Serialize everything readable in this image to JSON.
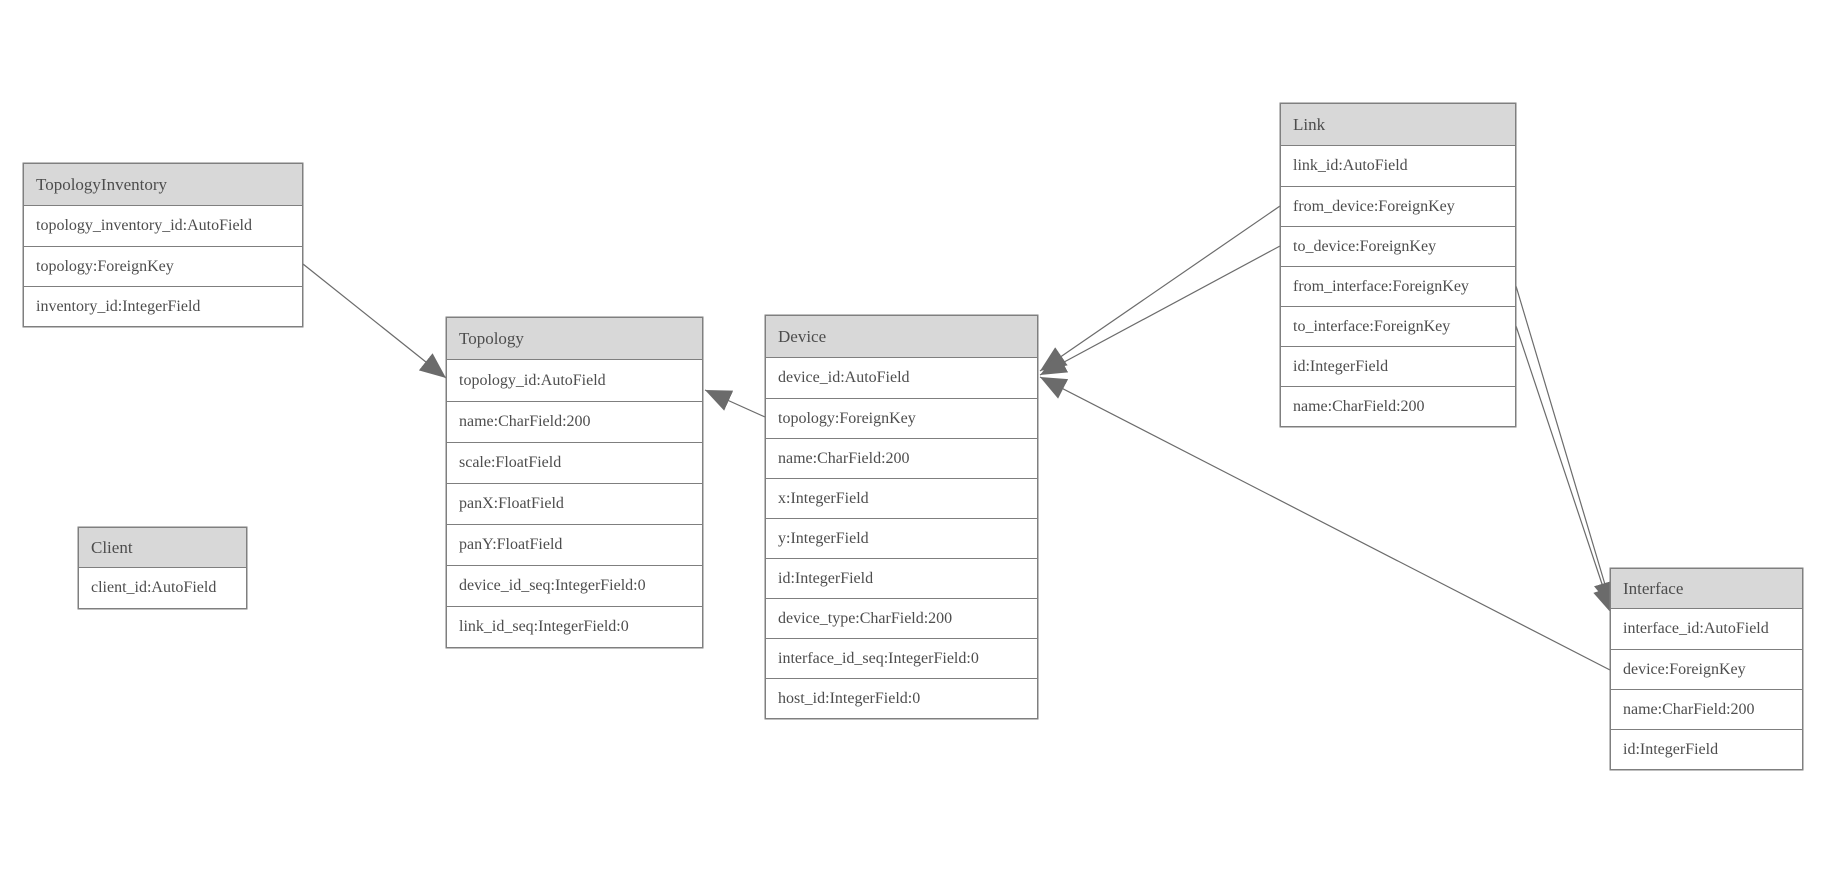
{
  "diagram_type": "entity-relationship model diagram",
  "tables": {
    "topology_inventory": {
      "title": "TopologyInventory",
      "fields": [
        "topology_inventory_id:AutoField",
        "topology:ForeignKey",
        "inventory_id:IntegerField"
      ]
    },
    "topology": {
      "title": "Topology",
      "fields": [
        "topology_id:AutoField",
        "name:CharField:200",
        "scale:FloatField",
        "panX:FloatField",
        "panY:FloatField",
        "device_id_seq:IntegerField:0",
        "link_id_seq:IntegerField:0"
      ]
    },
    "client": {
      "title": "Client",
      "fields": [
        "client_id:AutoField"
      ]
    },
    "device": {
      "title": "Device",
      "fields": [
        "device_id:AutoField",
        "topology:ForeignKey",
        "name:CharField:200",
        "x:IntegerField",
        "y:IntegerField",
        "id:IntegerField",
        "device_type:CharField:200",
        "interface_id_seq:IntegerField:0",
        "host_id:IntegerField:0"
      ]
    },
    "link": {
      "title": "Link",
      "fields": [
        "link_id:AutoField",
        "from_device:ForeignKey",
        "to_device:ForeignKey",
        "from_interface:ForeignKey",
        "to_interface:ForeignKey",
        "id:IntegerField",
        "name:CharField:200"
      ]
    },
    "interface": {
      "title": "Interface",
      "fields": [
        "interface_id:AutoField",
        "device:ForeignKey",
        "name:CharField:200",
        "id:IntegerField"
      ]
    }
  },
  "relationships": [
    {
      "from": "TopologyInventory.topology",
      "to": "Topology"
    },
    {
      "from": "Device.topology",
      "to": "Topology"
    },
    {
      "from": "Link.from_device",
      "to": "Device"
    },
    {
      "from": "Link.to_device",
      "to": "Device"
    },
    {
      "from": "Link.from_interface",
      "to": "Interface"
    },
    {
      "from": "Link.to_interface",
      "to": "Interface"
    },
    {
      "from": "Interface.device",
      "to": "Device"
    }
  ],
  "colors": {
    "header_fill": "#d8d8d8",
    "border": "#7f7f7f",
    "text": "#4d4d4d",
    "line": "#6b6b6b",
    "bg": "#ffffff"
  }
}
